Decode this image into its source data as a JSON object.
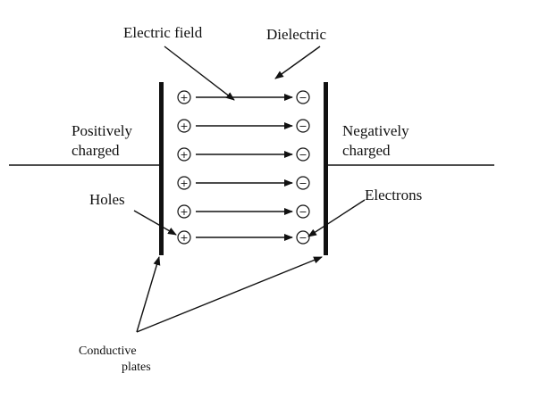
{
  "labels": {
    "electric_field": "Electric field",
    "dielectric": "Dielectric",
    "positively": "Positively",
    "charged_left": "charged",
    "negatively": "Negatively",
    "charged_right": "charged",
    "holes": "Holes",
    "electrons": "Electrons",
    "conductive": "Conductive",
    "plates": "plates"
  },
  "charges": {
    "positive_symbol": "+",
    "negative_symbol": "−",
    "rows": 6
  },
  "colors": {
    "ink": "#111111",
    "background": "#ffffff"
  }
}
